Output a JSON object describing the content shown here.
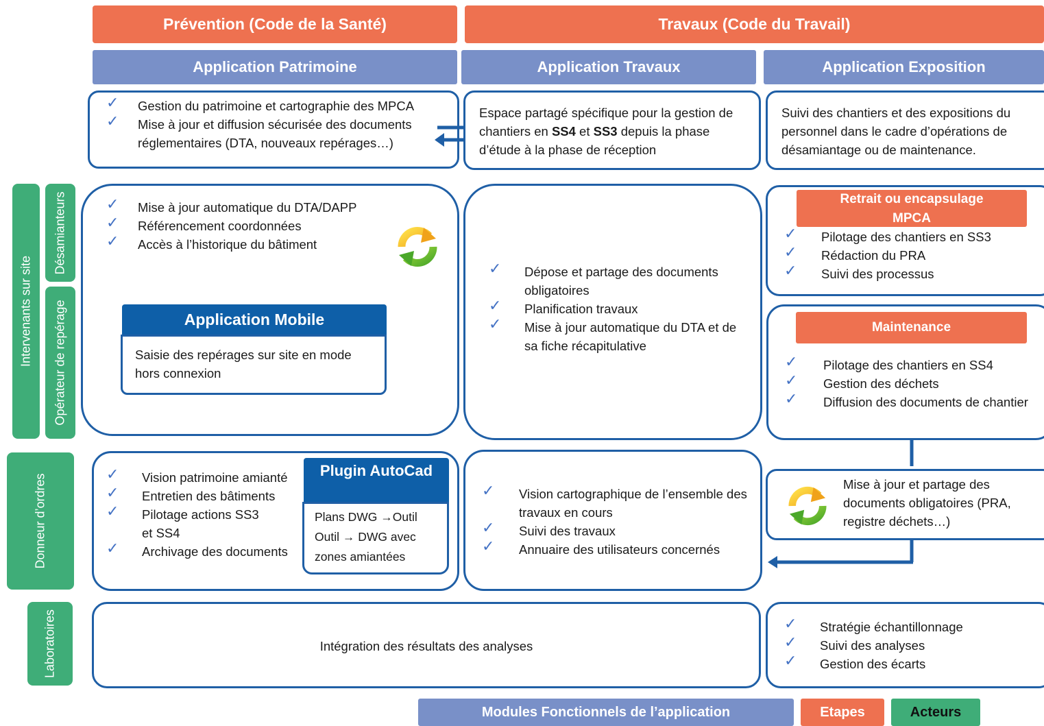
{
  "top_headers": {
    "prevention": "Prévention (Code de la Santé)",
    "travaux": "Travaux (Code du Travail)"
  },
  "app_headers": {
    "patrimoine": "Application Patrimoine",
    "travaux": "Application Travaux",
    "exposition": "Application Exposition"
  },
  "row1": {
    "patrimoine_items": [
      "Gestion du patrimoine et cartographie des MPCA",
      "Mise à jour et diffusion sécurisée des documents réglementaires (DTA, nouveaux repérages…)"
    ],
    "travaux_text_1": "Espace partagé spécifique pour la gestion de chantiers en ",
    "travaux_ss4": "SS4",
    "travaux_et": " et ",
    "travaux_ss3": "SS3",
    "travaux_text_2": " depuis la phase d’étude à la phase de réception",
    "exposition_text": "Suivi des chantiers et des expositions du personnel dans le cadre d’opérations de désamiantage ou de maintenance."
  },
  "actors": {
    "intervenants": "Intervenants sur site",
    "desamianteurs": "Désamianteurs",
    "operateur": "Opérateur de repérage",
    "donneur": "Donneur d’ordres",
    "laboratoires": "Laboratoires"
  },
  "row2": {
    "patrimoine_items": [
      "Mise à jour automatique du DTA/DAPP",
      "Référencement coordonnées",
      "Accès à l’historique du bâtiment"
    ],
    "mobile_title": "Application Mobile",
    "mobile_text": "Saisie des repérages sur site en mode hors connexion",
    "travaux_items": [
      "Dépose et partage des documents obligatoires",
      "Planification travaux",
      "Mise à jour automatique du DTA et de sa fiche récapitulative"
    ],
    "retrait_title": "Retrait ou encapsulage MPCA",
    "retrait_items": [
      "Pilotage des chantiers en SS3",
      "Rédaction du PRA",
      "Suivi des processus"
    ],
    "maintenance_title": "Maintenance",
    "maintenance_items": [
      "Pilotage des chantiers en SS4",
      "Gestion des déchets",
      "Diffusion des documents de chantier"
    ]
  },
  "row3": {
    "patrimoine_items": [
      "Vision patrimoine amianté",
      "Entretien des bâtiments",
      "Pilotage actions SS3 et SS4",
      "Archivage des documents"
    ],
    "plugin_title": "Plugin AutoCad",
    "plugin_line1": "Plans DWG →Outil",
    "plugin_line2": "Outil → DWG avec zones amiantées",
    "travaux_items": [
      "Vision cartographique de l’ensemble des travaux  en cours",
      "Suivi des travaux",
      "Annuaire des utilisateurs concernés"
    ],
    "exposition_text": "Mise à jour et partage des documents obligatoires (PRA, registre déchets…)"
  },
  "row4": {
    "center_text": "Intégration des résultats des analyses",
    "exposition_items": [
      "Stratégie échantillonnage",
      "Suivi des analyses",
      "Gestion des écarts"
    ]
  },
  "legend": {
    "modules": "Modules  Fonctionnels  de  l’application",
    "etapes": "Etapes",
    "acteurs": "Acteurs"
  },
  "colors": {
    "orange": "#ee7150",
    "blue_header": "#7990c8",
    "navy": "#0e5fa8",
    "box_border": "#1f5fa6",
    "actor_green": "#3fad78"
  },
  "icons": {
    "check": "check-icon",
    "sync": "sync-cycle-icon",
    "arrow": "bidirectional-arrow-icon"
  }
}
